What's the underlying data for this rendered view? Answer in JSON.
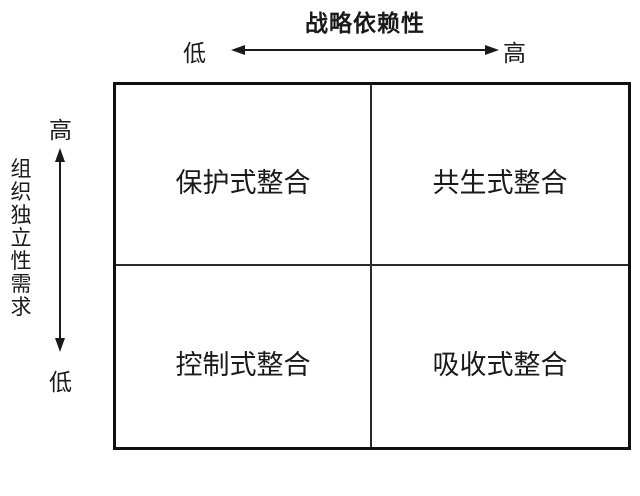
{
  "colors": {
    "line": "#1a1a1a",
    "background": "#ffffff"
  },
  "x_axis": {
    "title": "战略依赖性",
    "low": "低",
    "high": "高"
  },
  "y_axis": {
    "title": "组织独立性需求",
    "high": "高",
    "low": "低"
  },
  "quadrants": {
    "top_left": {
      "label": "保护式整合"
    },
    "top_right": {
      "label": "共生式整合"
    },
    "bottom_left": {
      "label": "控制式整合"
    },
    "bottom_right": {
      "label": "吸收式整合"
    }
  }
}
